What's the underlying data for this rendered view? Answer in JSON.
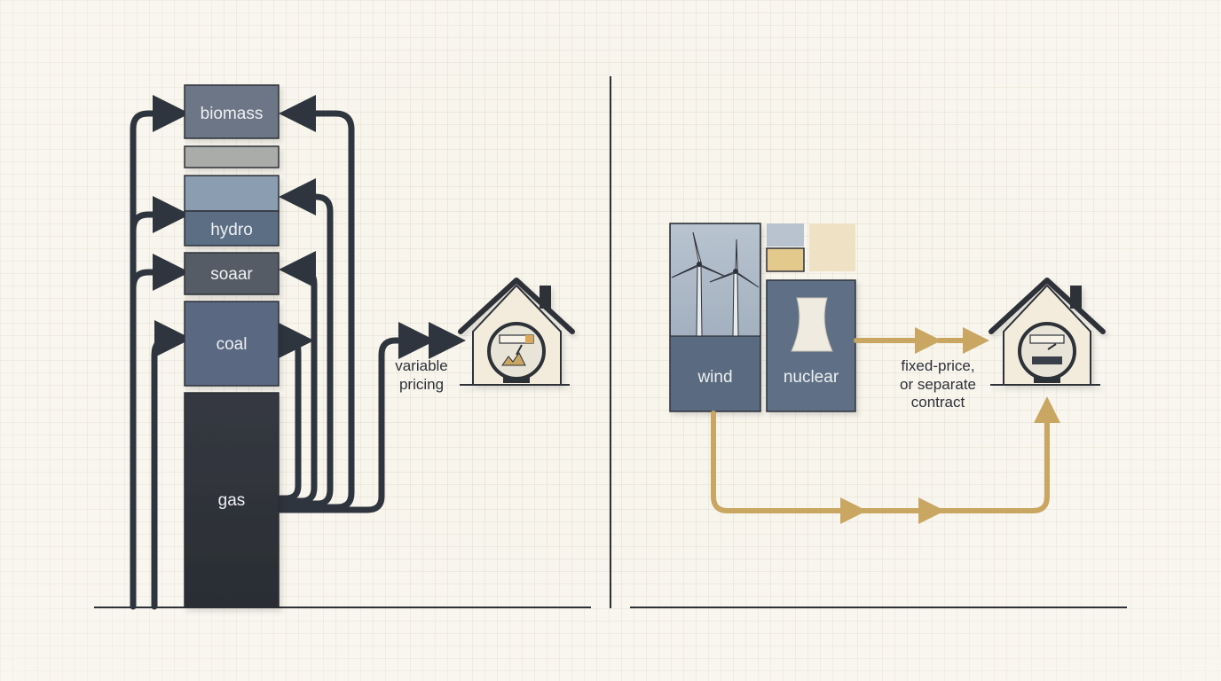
{
  "left_panel": {
    "sources": {
      "biomass": "biomass",
      "hydro": "hydro",
      "solar": "soaar",
      "coal": "coal",
      "gas": "gas"
    },
    "pricing_label_line1": "variable",
    "pricing_label_line2": "pricing"
  },
  "right_panel": {
    "sources": {
      "wind": "wind",
      "nuclear": "nuclear"
    },
    "pricing_label_line1": "fixed-price,",
    "pricing_label_line2": "or separate",
    "pricing_label_line3": "contract"
  },
  "colors": {
    "dark_arrow": "#2f353e",
    "gold_arrow": "#c9a661",
    "biomass": "#6c7686",
    "hydro_light": "#8b9db0",
    "hydro": "#5c6e84",
    "solar": "#545b66",
    "coal": "#5a6881",
    "gas": "#30343b",
    "wind": "#5a6a80",
    "nuclear": "#5f6f86"
  }
}
